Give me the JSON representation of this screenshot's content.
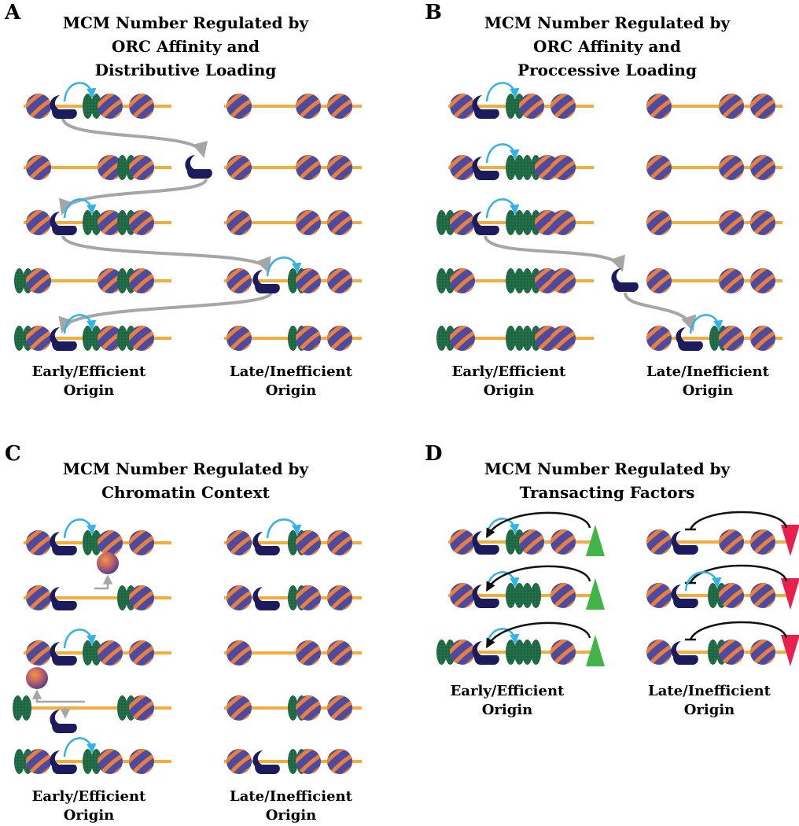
{
  "colors": {
    "dna": "#f4ad3a",
    "nucleosome_core": "#4d4aa0",
    "nucleosome_stripe": "#e8803c",
    "mcm": "#1f6a44",
    "orc": "#1b1b5e",
    "loading_arrow": "#2fb4e8",
    "orc_path_arrow": "#a6a6a6",
    "activator": "#42b549",
    "repressor": "#e8204d"
  },
  "icons": {
    "nucleosome": "nucleosome-icon",
    "mcm": "mcm-double-hexamer-icon",
    "orc": "orc-icon",
    "remodeler": "remodeler-sphere-icon",
    "activator": "activator-triangle-icon",
    "repressor": "repressor-triangle-icon"
  },
  "panels": [
    {
      "letter": "A",
      "title_lines": [
        "MCM Number Regulated by",
        "ORC Affinity and",
        "Distributive Loading"
      ],
      "left_caption": [
        "Early/Efficient",
        "Origin"
      ],
      "right_caption": [
        "Late/Inefficient",
        "Origin"
      ]
    },
    {
      "letter": "B",
      "title_lines": [
        "MCM Number Regulated by",
        "ORC Affinity and",
        "Proccessive Loading"
      ],
      "left_caption": [
        "Early/Efficient",
        "Origin"
      ],
      "right_caption": [
        "Late/Inefficient",
        "Origin"
      ]
    },
    {
      "letter": "C",
      "title_lines": [
        "MCM Number Regulated by",
        "Chromatin Context"
      ],
      "left_caption": [
        "Early/Efficient",
        "Origin"
      ],
      "right_caption": [
        "Late/Inefficient",
        "Origin"
      ]
    },
    {
      "letter": "D",
      "title_lines": [
        "MCM Number Regulated by",
        "Transacting Factors"
      ],
      "left_caption": [
        "Early/Efficient",
        "Origin"
      ],
      "right_caption": [
        "Late/Inefficient",
        "Origin"
      ]
    }
  ]
}
